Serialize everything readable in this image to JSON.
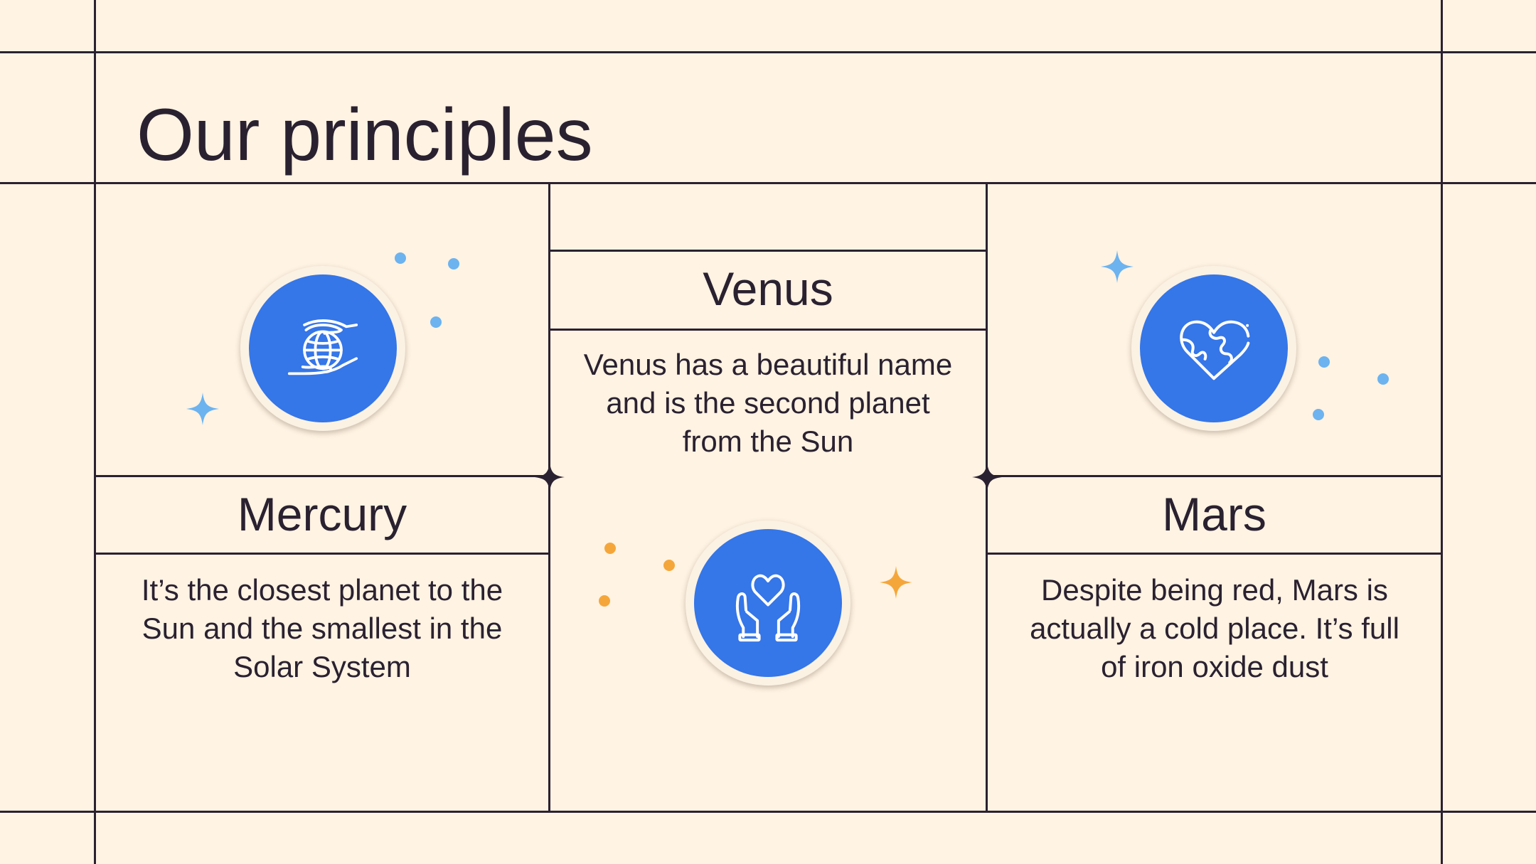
{
  "slide": {
    "title": "Our principles"
  },
  "colors": {
    "background": "#fff3e3",
    "ink": "#2a2130",
    "accent_blue": "#3576e8",
    "sparkle_blue": "#6cb3f0",
    "sparkle_orange": "#f5a63a"
  },
  "cards": [
    {
      "heading": "Mercury",
      "description": "It’s the closest planet to the Sun and the smallest in the Solar System",
      "icon": "globe-in-hands-icon"
    },
    {
      "heading": "Venus",
      "description": "Venus has a beautiful name and is the second planet from the Sun",
      "icon": "heart-in-hands-icon"
    },
    {
      "heading": "Mars",
      "description": "Despite being red, Mars is actually a cold place. It’s full of iron oxide dust",
      "icon": "earth-heart-icon"
    }
  ]
}
